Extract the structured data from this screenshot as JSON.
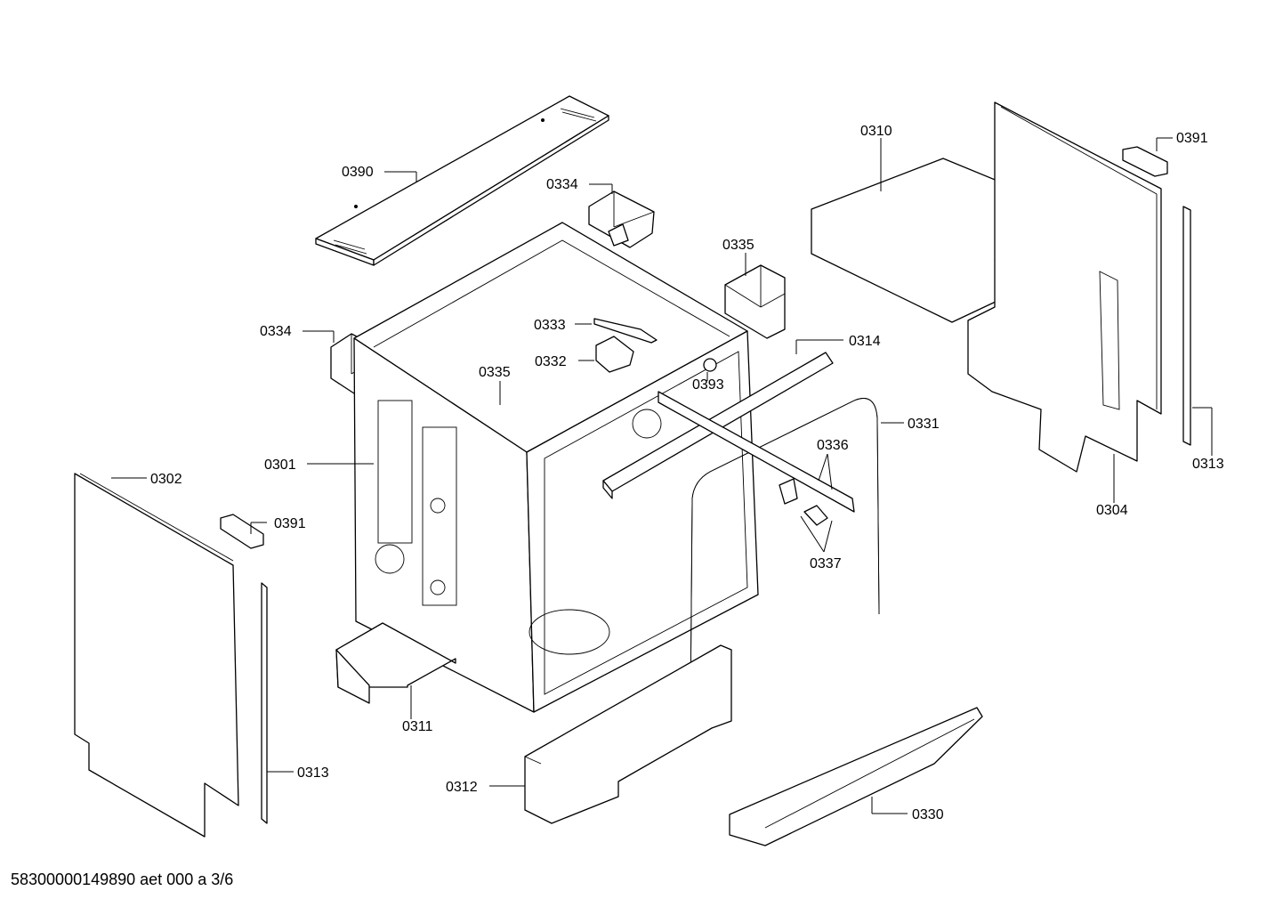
{
  "labels": {
    "p0390": "0390",
    "p0334a": "0334",
    "p0334b": "0334",
    "p0335a": "0335",
    "p0335b": "0335",
    "p0333": "0333",
    "p0332": "0332",
    "p0393": "0393",
    "p0314": "0314",
    "p0331": "0331",
    "p0336": "0336",
    "p0337": "0337",
    "p0301": "0301",
    "p0302": "0302",
    "p0391a": "0391",
    "p0391b": "0391",
    "p0313a": "0313",
    "p0313b": "0313",
    "p0311": "0311",
    "p0312": "0312",
    "p0330": "0330",
    "p0310": "0310",
    "p0304": "0304"
  },
  "footer": {
    "document_id": "58300000149890 aet 000 a 3/6"
  }
}
